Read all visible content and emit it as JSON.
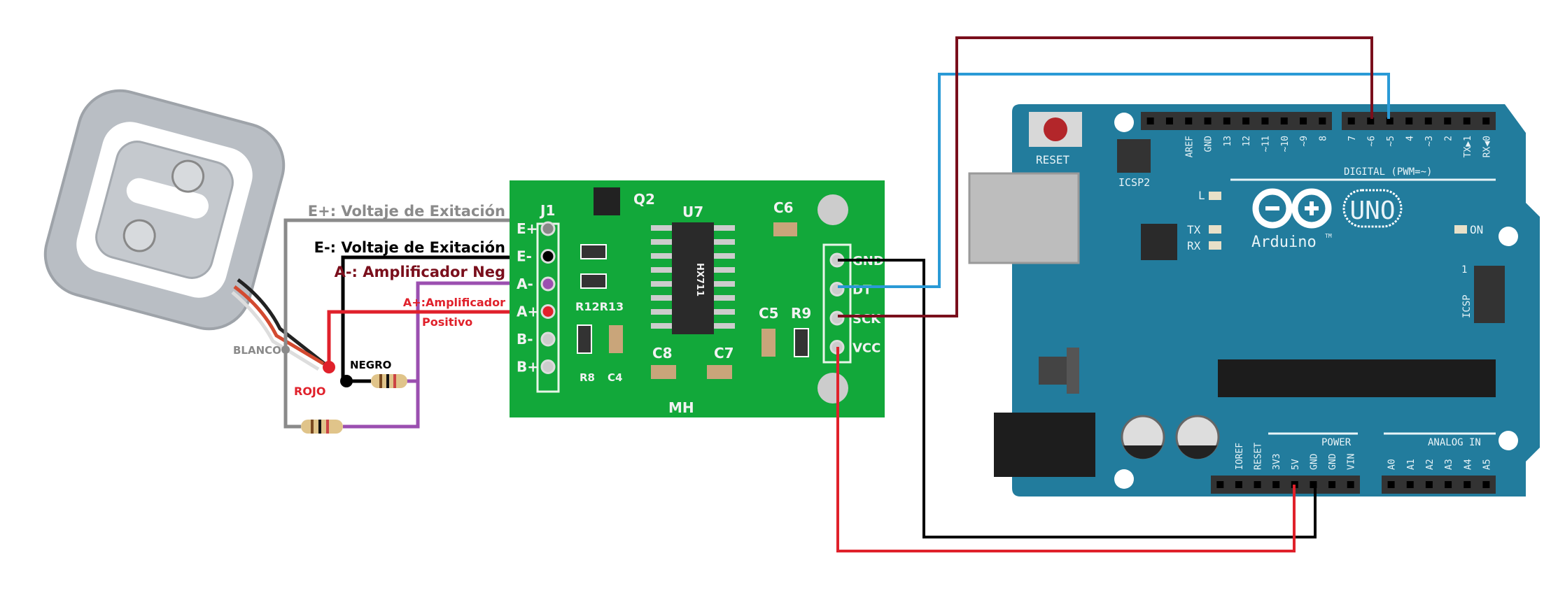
{
  "labels": {
    "e_plus": "E+: Voltaje de Exitación",
    "e_minus": "E-: Voltaje de Exitación",
    "a_minus": "A-: Amplificador Neg",
    "a_plus_1": "A+:Amplificador",
    "a_plus_2": "Positivo",
    "blanco": "BLANCO",
    "negro": "NEGRO",
    "rojo": "ROJO"
  },
  "hx711": {
    "j1": "J1",
    "q2": "Q2",
    "u7": "U7",
    "chip": "HX711",
    "c6": "C6",
    "c5": "C5",
    "r9": "R9",
    "c8": "C8",
    "c7": "C7",
    "r12r13": "R12R13",
    "r8": "R8",
    "c4": "C4",
    "brand": "MH",
    "left_pins": [
      "E+",
      "E-",
      "A-",
      "A+",
      "B-",
      "B+"
    ],
    "right_pins": [
      "GND",
      "DT",
      "SCK",
      "VCC"
    ]
  },
  "arduino": {
    "reset": "RESET",
    "icsp2": "ICSP2",
    "icsp": "ICSP",
    "icsp_pin1": "1",
    "digital": "DIGITAL (PWM=~)",
    "logo_text": "Arduino",
    "tm": "TM",
    "uno": "UNO",
    "led_l": "L",
    "led_tx": "TX",
    "led_rx": "RX",
    "led_on": "ON",
    "power": "POWER",
    "analog_in": "ANALOG IN",
    "digital_left_pins": [
      "",
      "",
      "AREF",
      "GND",
      "13",
      "12",
      "~11",
      "~10",
      "~9",
      "8"
    ],
    "digital_right_pins": [
      "7",
      "~6",
      "~5",
      "4",
      "~3",
      "2",
      "TX▶1",
      "RX◀0"
    ],
    "power_pins": [
      "",
      "IOREF",
      "RESET",
      "3V3",
      "5V",
      "GND",
      "GND",
      "VIN"
    ],
    "analog_pins": [
      "A0",
      "A1",
      "A2",
      "A3",
      "A4",
      "A5"
    ]
  },
  "colors": {
    "gray_wire": "#8a8a8a",
    "black_wire": "#000000",
    "red_wire": "#e0212b",
    "purple_wire": "#9b4fb0",
    "blue_wire": "#2a9ad6",
    "darkred_wire": "#7a0f1c",
    "pcb_green": "#12a83a",
    "arduino_blue": "#227c9d"
  }
}
